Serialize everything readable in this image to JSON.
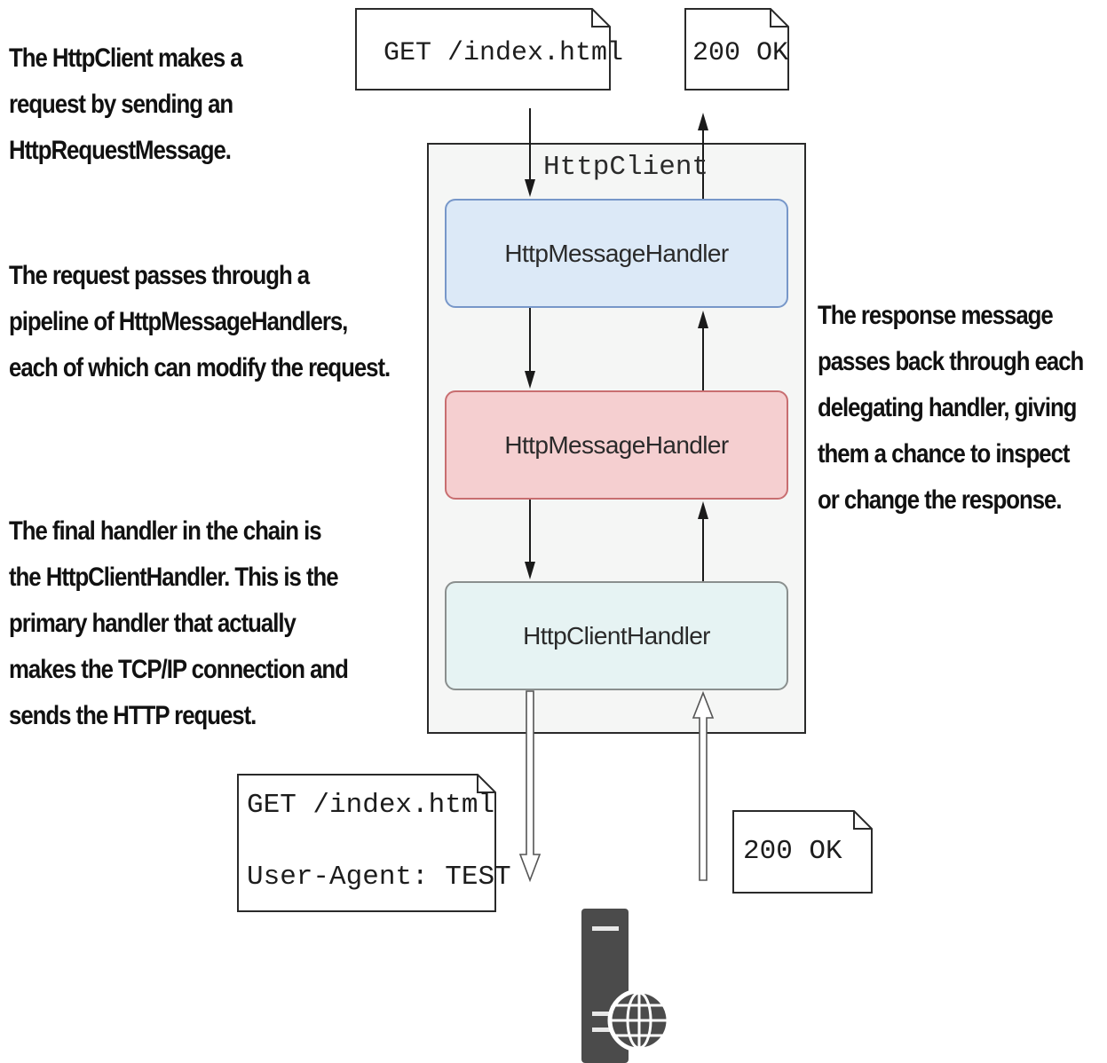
{
  "callouts": {
    "request": [
      "The HttpClient makes a",
      "request by sending an",
      "HttpRequestMessage."
    ],
    "pipeline": [
      "The request passes through a",
      "pipeline of HttpMessageHandlers,",
      "each of which can modify the request."
    ],
    "final": [
      "The final handler in the chain is",
      "the HttpClientHandler. This is the",
      "primary handler that actually",
      "makes the TCP/IP connection and",
      "sends the HTTP request."
    ],
    "response": [
      "The response message",
      "passes back through each",
      "delegating handler, giving",
      "them a chance to inspect",
      "or change the response."
    ]
  },
  "client": {
    "title": "HttpClient",
    "handlers": [
      "HttpMessageHandler",
      "HttpMessageHandler",
      "HttpClientHandler"
    ]
  },
  "messages": {
    "request_top": "GET /index.html",
    "response_top": "200 OK",
    "request_bottom": [
      "GET /index.html",
      "User-Agent: TEST"
    ],
    "response_bottom": "200 OK"
  },
  "icons": {
    "server": "server-globe-icon"
  },
  "colors": {
    "handler1_fill": "#dce9f7",
    "handler1_border": "#7797c9",
    "handler2_fill": "#f5cfd0",
    "handler2_border": "#c86e70",
    "handler3_fill": "#e6f3f3",
    "handler3_border": "#8a8f8e",
    "panel_fill": "#f5f6f5"
  }
}
